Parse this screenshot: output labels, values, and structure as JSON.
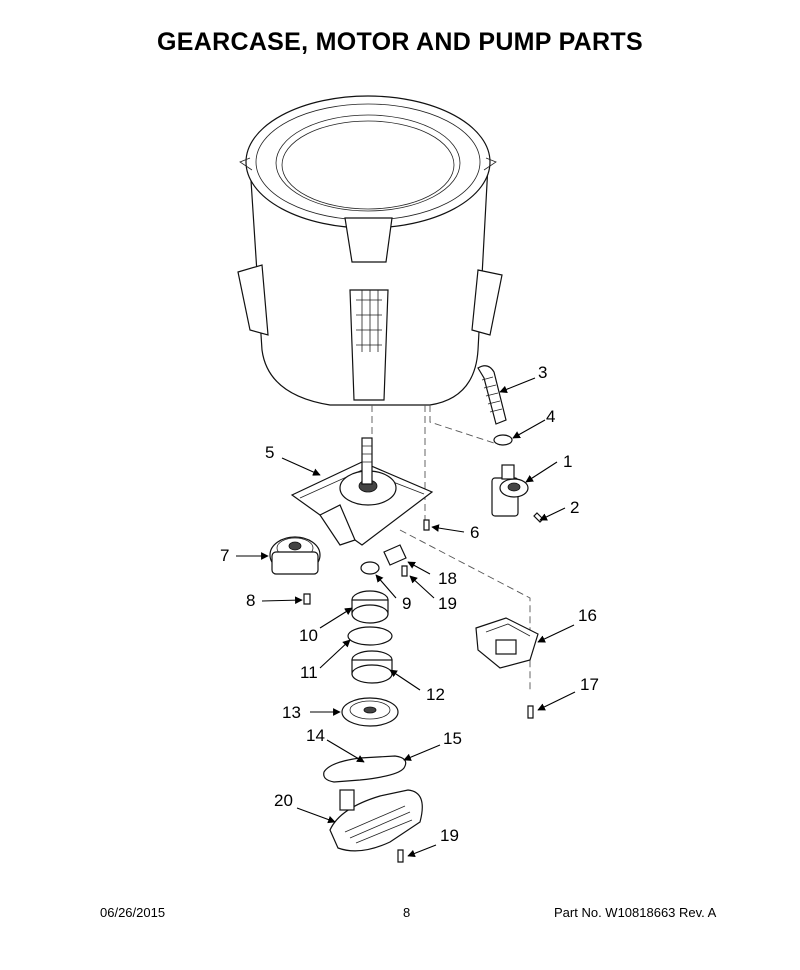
{
  "title": "GEARCASE, MOTOR AND PUMP PARTS",
  "callouts": [
    "1",
    "2",
    "3",
    "4",
    "5",
    "6",
    "7",
    "8",
    "9",
    "10",
    "11",
    "12",
    "13",
    "14",
    "15",
    "16",
    "17",
    "18",
    "19",
    "19",
    "20"
  ],
  "footer": {
    "date": "06/26/2015",
    "page": "8",
    "part": "Part No.  W10818663  Rev.  A"
  }
}
